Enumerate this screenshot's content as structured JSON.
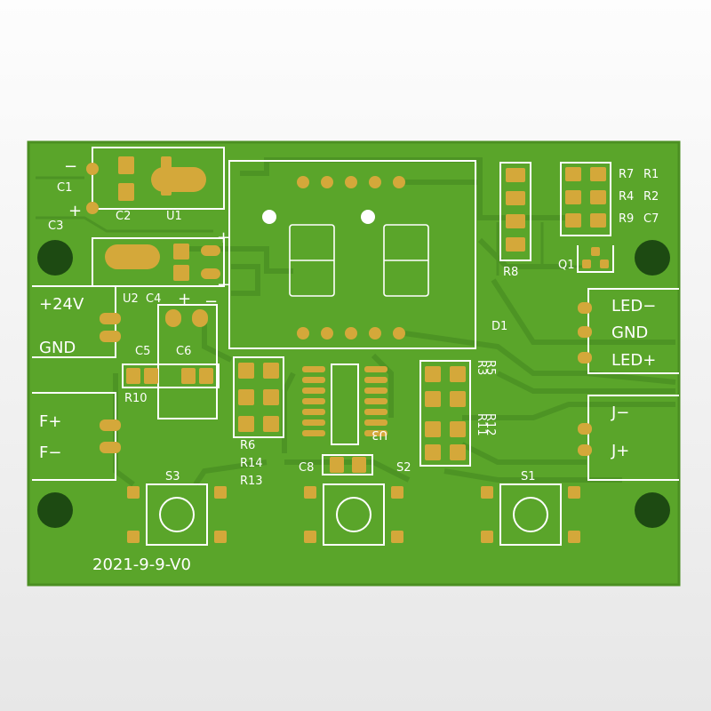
{
  "board": {
    "date_code": "2021-9-9-V0",
    "colors": {
      "substrate": "#5aa52a",
      "trace": "#4e9624",
      "copper": "#d4a83a",
      "silk": "#ffffff",
      "background": "#f2f2f2"
    }
  },
  "silkscreen": {
    "c1": "C1",
    "c2": "C2",
    "c3": "C3",
    "c4": "C4",
    "c5": "C5",
    "c6": "C6",
    "c7": "C7",
    "c8": "C8",
    "u1": "U1",
    "u2": "U2",
    "u3": "U3",
    "r1": "R1",
    "r2": "R2",
    "r3": "R3",
    "r4": "R4",
    "r5": "R5",
    "r6": "R6",
    "r7": "R7",
    "r8": "R8",
    "r9": "R9",
    "r10": "R10",
    "r11": "R11",
    "r12": "R12",
    "r13": "R13",
    "r14": "R14",
    "q1": "Q1",
    "d1": "D1",
    "s1": "S1",
    "s2": "S2",
    "s3": "S3",
    "minus": "−",
    "plus": "+"
  },
  "connectors": {
    "power_label": "+24V",
    "gnd_left": "GND",
    "f_plus": "F+",
    "f_minus": "F−",
    "led_minus": "LED−",
    "gnd_right": "GND",
    "led_plus": "LED+",
    "j_minus": "J−",
    "j_plus": "J+"
  }
}
